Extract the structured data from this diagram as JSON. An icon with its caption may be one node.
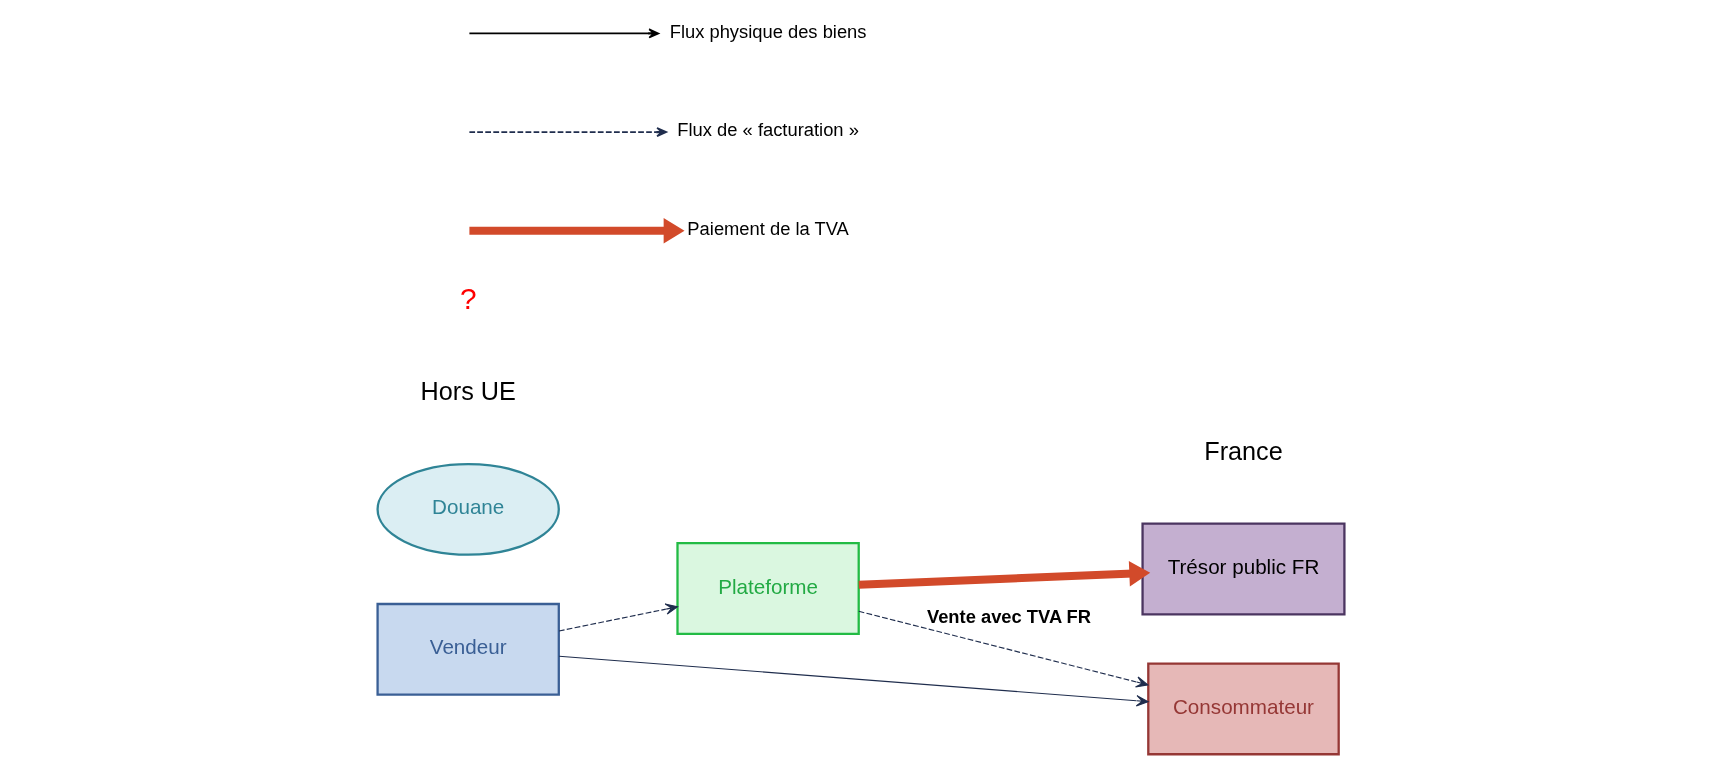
{
  "diagram": {
    "nodes": [
      {
        "text": [
          "Trésor public FR"
        ]
      },
      {
        "text": [
          "Plateforme"
        ]
      },
      {
        "text": [
          "Vendeur"
        ]
      },
      {
        "text": [
          "Douane"
        ]
      },
      {
        "text": [
          "Consommateur"
        ]
      }
    ],
    "edges": [
      {
        "from": 2,
        "to": 1,
        "arrow": "to",
        "style": "dashed"
      },
      {
        "from": 1,
        "to": 4,
        "arrow": "to",
        "style": "dashed",
        "label": "Vente avec TVA FR"
      },
      {
        "from": 1,
        "to": 0,
        "arrow": "to",
        "style": "thick",
        "color": "#d24a2a"
      },
      {
        "from": 2,
        "to": 4,
        "arrow": "to"
      }
    ],
    "labels": [
      "Hors UE",
      "France",
      "?"
    ],
    "legend": [
      {
        "text": "Flux physique des biens"
      },
      {
        "text": "Flux de « facturation »"
      },
      {
        "text": "Paiement de la TVA"
      }
    ]
  }
}
